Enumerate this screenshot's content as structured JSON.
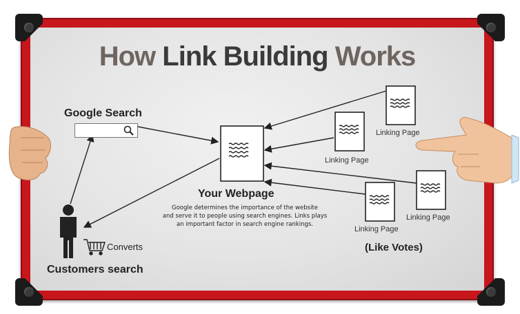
{
  "title": {
    "word1": "How",
    "word2": "Link Building",
    "word3": "Works"
  },
  "google_search": {
    "label": "Google Search"
  },
  "webpage": {
    "label": "Your Webpage",
    "description_lines": [
      "Google determines the importance of the website",
      "and serve it to people using search engines. Links plays",
      "an important factor in search engine rankings."
    ]
  },
  "linking_pages": [
    {
      "label": "Linking Page"
    },
    {
      "label": "Linking Page"
    },
    {
      "label": "Linking Page"
    },
    {
      "label": "Linking Page"
    }
  ],
  "customer": {
    "label": "Customers search",
    "converts_label": "Converts"
  },
  "votes_note": "(Like Votes)",
  "colors": {
    "frame": "#c8161d",
    "corner": "#1b1b1b",
    "board": "#e4e4e4"
  }
}
